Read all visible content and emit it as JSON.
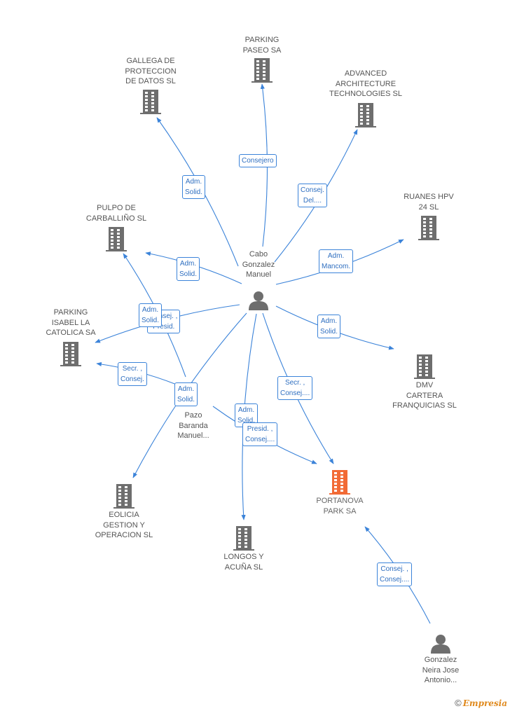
{
  "colors": {
    "edge": "#3b83d9",
    "company": "#6e6e6e",
    "highlight": "#f26a35",
    "person": "#6e6e6e"
  },
  "nodes": [
    {
      "id": "parking-paseo",
      "kind": "company",
      "label": "PARKING\nPASEO SA"
    },
    {
      "id": "gallega",
      "kind": "company",
      "label": "GALLEGA DE\nPROTECCION\nDE DATOS  SL"
    },
    {
      "id": "advanced",
      "kind": "company",
      "label": "ADVANCED\nARCHITECTURE\nTECHNOLOGIES SL"
    },
    {
      "id": "ruanes",
      "kind": "company",
      "label": "RUANES HPV\n24 SL"
    },
    {
      "id": "pulpo",
      "kind": "company",
      "label": "PULPO DE\nCARBALLIÑO SL"
    },
    {
      "id": "cabo",
      "kind": "person",
      "label": "Cabo\nGonzalez\nManuel"
    },
    {
      "id": "parking-isabel",
      "kind": "company",
      "label": "PARKING\nISABEL LA\nCATOLICA SA"
    },
    {
      "id": "dmv",
      "kind": "company",
      "label": "DMV\nCARTERA\nFRANQUICIAS SL"
    },
    {
      "id": "pazo",
      "kind": "person",
      "label": "Pazo\nBaranda\nManuel..."
    },
    {
      "id": "portanova",
      "kind": "highlight",
      "label": "PORTANOVA\nPARK SA"
    },
    {
      "id": "eolicia",
      "kind": "company",
      "label": "EOLICIA\nGESTION Y\nOPERACION SL"
    },
    {
      "id": "longos",
      "kind": "company",
      "label": "LONGOS Y\nACUÑA SL"
    },
    {
      "id": "gonzalez",
      "kind": "person",
      "label": "Gonzalez\nNeira Jose\nAntonio..."
    }
  ],
  "edges": [
    {
      "from": "cabo",
      "to": "parking-paseo",
      "role": "Consejero"
    },
    {
      "from": "cabo",
      "to": "gallega",
      "role": "Adm.\nSolid."
    },
    {
      "from": "cabo",
      "to": "advanced",
      "role": "Consej.\nDel...."
    },
    {
      "from": "cabo",
      "to": "ruanes",
      "role": "Adm.\nMancom."
    },
    {
      "from": "cabo",
      "to": "pulpo",
      "role": "Adm.\nSolid."
    },
    {
      "from": "cabo",
      "to": "parking-isabel",
      "role": "Consej. ,\nPresid."
    },
    {
      "from": "cabo",
      "to": "dmv",
      "role": "Adm.\nSolid."
    },
    {
      "from": "cabo",
      "to": "portanova",
      "role": "Secr. ,\nConsej...."
    },
    {
      "from": "cabo",
      "to": "longos",
      "role": "Adm.\nSolid."
    },
    {
      "from": "cabo",
      "to": "eolicia",
      "role": "Adm.\nSolid."
    },
    {
      "from": "pazo",
      "to": "pulpo",
      "role": "Adm.\nSolid."
    },
    {
      "from": "pazo",
      "to": "parking-isabel",
      "role": "Secr. ,\nConsej."
    },
    {
      "from": "pazo",
      "to": "portanova",
      "role": "Presid. ,\nConsej...."
    },
    {
      "from": "gonzalez",
      "to": "portanova",
      "role": "Consej. ,\nConsej...."
    }
  ],
  "footer": {
    "copyright": "©",
    "brand": "Empresia"
  }
}
